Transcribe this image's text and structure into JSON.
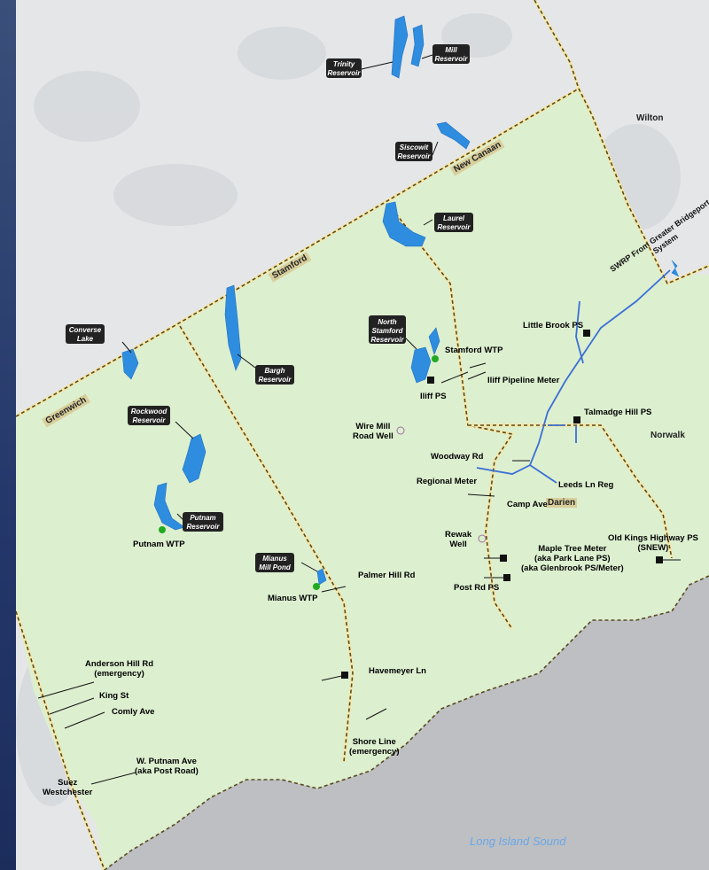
{
  "map": {
    "sound_label": "Long Island Sound",
    "towns": [
      {
        "key": "wilton",
        "label": "Wilton"
      },
      {
        "key": "new_canaan",
        "label": "New Canaan"
      },
      {
        "key": "stamford",
        "label": "Stamford"
      },
      {
        "key": "greenwich",
        "label": "Greenwich"
      },
      {
        "key": "norwalk",
        "label": "Norwalk"
      },
      {
        "key": "darien",
        "label": "Darien"
      }
    ],
    "reservoirs": [
      {
        "key": "trinity",
        "label": "Trinity Reservoir"
      },
      {
        "key": "mill",
        "label": "Mill Reservoir"
      },
      {
        "key": "siscowit",
        "label": "Siscowit Reservoir"
      },
      {
        "key": "laurel",
        "label": "Laurel Reservoir"
      },
      {
        "key": "north_stamford",
        "label": "North Stamford Reservoir"
      },
      {
        "key": "converse",
        "label": "Converse Lake"
      },
      {
        "key": "bargh",
        "label": "Bargh Reservoir"
      },
      {
        "key": "rockwood",
        "label": "Rockwood Reservoir"
      },
      {
        "key": "putnam",
        "label": "Putnam Reservoir"
      },
      {
        "key": "mianus",
        "label": "Mianus Mill Pond"
      }
    ],
    "facilities": {
      "swrp": "SWRP From Greater Bridgeport System",
      "little_brook": "Little Brook PS",
      "stamford_wtp": "Stamford WTP",
      "iliff_meter": "Iliff Pipeline Meter",
      "iliff_ps": "Iliff PS",
      "talmadge": "Talmadge Hill PS",
      "wire_mill_1": "Wire Mill",
      "wire_mill_2": "Road Well",
      "woodway": "Woodway Rd",
      "regional_meter": "Regional Meter",
      "leeds": "Leeds Ln Reg",
      "camp_ave": "Camp Ave",
      "rewak_1": "Rewak",
      "rewak_2": "Well",
      "old_kings_1": "Old Kings Highway PS",
      "old_kings_2": "(SNEW)",
      "maple_1": "Maple Tree Meter",
      "maple_2": "(aka Park Lane PS)",
      "maple_3": "(aka Glenbrook PS/Meter)",
      "post_rd": "Post Rd PS",
      "putnam_wtp": "Putnam WTP",
      "palmer": "Palmer Hill Rd",
      "mianus_wtp": "Mianus WTP",
      "anderson_1": "Anderson Hill Rd",
      "anderson_2": "(emergency)",
      "king_st": "King St",
      "comly": "Comly Ave",
      "havemeyer": "Havemeyer Ln",
      "shore_1": "Shore Line",
      "shore_2": "(emergency)",
      "wputnam_1": "W. Putnam Ave",
      "wputnam_2": "(aka Post Road)",
      "suez_1": "Suez",
      "suez_2": "Westchester"
    },
    "colors": {
      "service_area": "#dcefcf",
      "water": "#2f8de0",
      "border": "#5a4a1e",
      "pipeline": "#3b6fd6",
      "sea": "#bdbfc3"
    }
  }
}
